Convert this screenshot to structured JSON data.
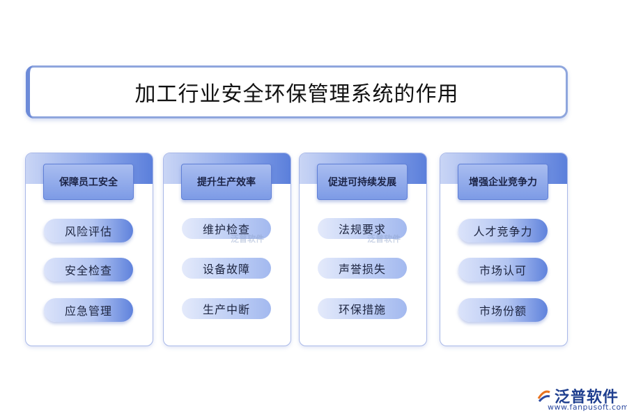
{
  "title": "加工行业安全环保管理系统的作用",
  "cards": [
    {
      "label": "保障员工安全",
      "items": [
        "风险评估",
        "安全检查",
        "应急管理"
      ]
    },
    {
      "label": "提升生产效率",
      "items": [
        "维护检查",
        "设备故障",
        "生产中断"
      ]
    },
    {
      "label": "促进可持续发展",
      "items": [
        "法规要求",
        "声誉损失",
        "环保措施"
      ]
    },
    {
      "label": "增强企业竞争力",
      "items": [
        "人才竞争力",
        "市场认可",
        "市场份额"
      ]
    }
  ],
  "watermark": "泛普软件",
  "logo": {
    "name": "泛普软件",
    "url": "www.fanpusoft.com"
  },
  "colors": {
    "accent": "#5b7fdb",
    "border": "#a8b8e8",
    "title_border": "#8fa6dd"
  }
}
